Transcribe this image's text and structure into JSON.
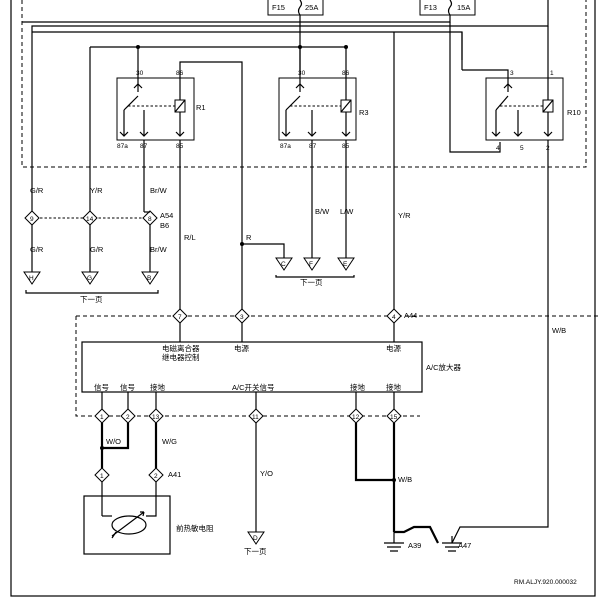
{
  "fuses": [
    {
      "name": "F15",
      "rating": "25A"
    },
    {
      "name": "F13",
      "rating": "15A"
    }
  ],
  "relays": [
    {
      "name": "R1",
      "pins": [
        "30",
        "86",
        "87a",
        "87",
        "85"
      ]
    },
    {
      "name": "R3",
      "pins": [
        "30",
        "86",
        "87a",
        "87",
        "85"
      ]
    },
    {
      "name": "R10",
      "pins": [
        "3",
        "1",
        "4",
        "5",
        "2"
      ]
    }
  ],
  "wire_colors": {
    "gr": "G/R",
    "yr": "Y/R",
    "brw": "Br/W",
    "rl": "R/L",
    "r": "R",
    "bw": "B/W",
    "lw": "L/W",
    "wb": "W/B",
    "wo": "W/O",
    "wg": "W/G",
    "yo": "Y/O"
  },
  "connectors": {
    "a54": "A54",
    "b6": "B6",
    "a44": "A44",
    "a41": "A41",
    "a39": "A39",
    "a47": "A47"
  },
  "pins": [
    "9",
    "14",
    "8",
    "7",
    "3",
    "4",
    "1",
    "2",
    "13",
    "11",
    "12",
    "15",
    "1",
    "2"
  ],
  "offpage": {
    "labels": [
      "H",
      "G",
      "B",
      "C",
      "F",
      "E",
      "D"
    ],
    "next_page": "下一页"
  },
  "amplifier": {
    "name": "A/C放大器",
    "clutch_control_l1": "电磁离合器",
    "clutch_control_l2": "继电器控制",
    "power": "电源",
    "signal": "信号",
    "ground": "接地",
    "ac_switch_signal": "A/C开关信号"
  },
  "thermistor": "前热敏电阻",
  "doc_code": "RM.ALJY.920.000032"
}
